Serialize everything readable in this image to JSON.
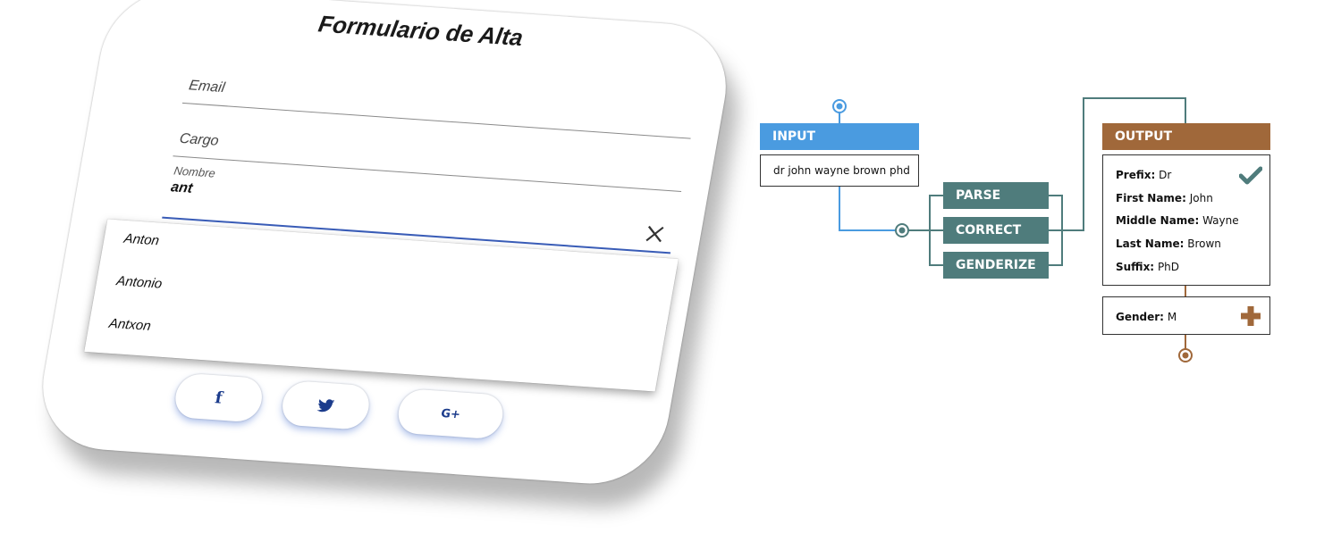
{
  "form": {
    "title": "Formulario de Alta",
    "email_placeholder": "Email",
    "cargo_placeholder": "Cargo",
    "nombre_label": "Nombre",
    "nombre_value": "ant",
    "suggestions": [
      "Anton",
      "Antonio",
      "Antxon"
    ],
    "social": {
      "facebook_label": "f",
      "twitter_icon": "twitter-bird",
      "google_label": "G+"
    }
  },
  "diagram": {
    "input_header": "INPUT",
    "input_value": "dr john wayne brown phd",
    "steps": [
      "PARSE",
      "CORRECT",
      "GENDERIZE"
    ],
    "output_header": "OUTPUT",
    "output_rows": [
      {
        "label": "Prefix:",
        "value": "Dr"
      },
      {
        "label": "First Name:",
        "value": "John"
      },
      {
        "label": "Middle Name:",
        "value": "Wayne"
      },
      {
        "label": "Last Name:",
        "value": "Brown"
      },
      {
        "label": "Suffix:",
        "value": "PhD"
      }
    ],
    "gender": {
      "label": "Gender:",
      "value": "M"
    },
    "colors": {
      "input": "#4a9be0",
      "steps": "#4f7c7c",
      "output": "#a0683a"
    }
  }
}
